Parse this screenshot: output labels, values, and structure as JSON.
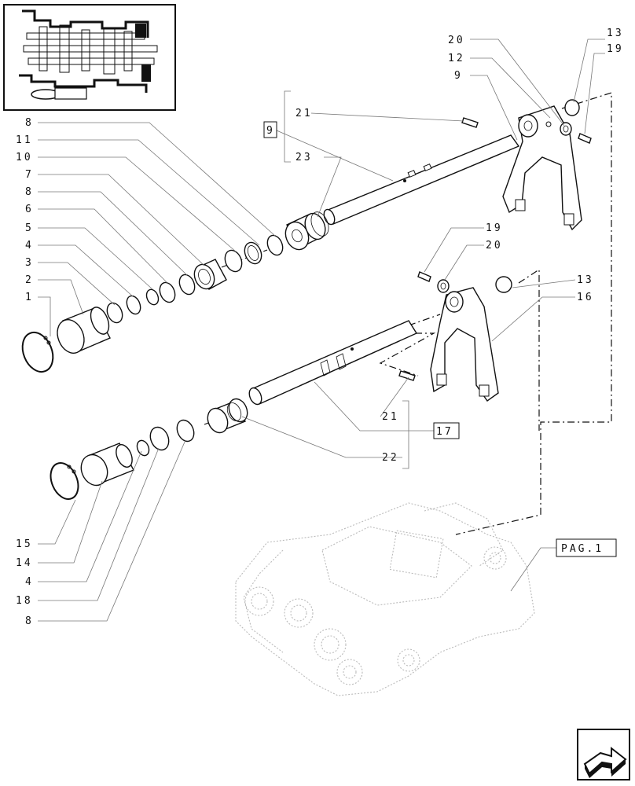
{
  "diagram": {
    "labels": {
      "top_right_20": "20",
      "top_right_12": "12",
      "top_right_9": "9",
      "top_far_13": "13",
      "top_far_19": "19",
      "left_8a": "8",
      "left_11": "11",
      "left_10": "10",
      "left_7": "7",
      "left_8b": "8",
      "left_6": "6",
      "left_5": "5",
      "left_4a": "4",
      "left_3": "3",
      "left_2": "2",
      "left_1": "1",
      "upper_21": "21",
      "upper_23": "23",
      "mid_19": "19",
      "mid_20": "20",
      "mid_13": "13",
      "mid_16": "16",
      "lower_21": "21",
      "lower_22": "22",
      "bottom_15": "15",
      "bottom_14": "14",
      "bottom_4": "4",
      "bottom_18": "18",
      "bottom_8": "8"
    },
    "boxed_labels": {
      "upper_ref": "9",
      "lower_ref": "17",
      "page_ref": "PAG.1"
    }
  },
  "navigation": {
    "next_icon": "next-page-arrow-icon"
  }
}
